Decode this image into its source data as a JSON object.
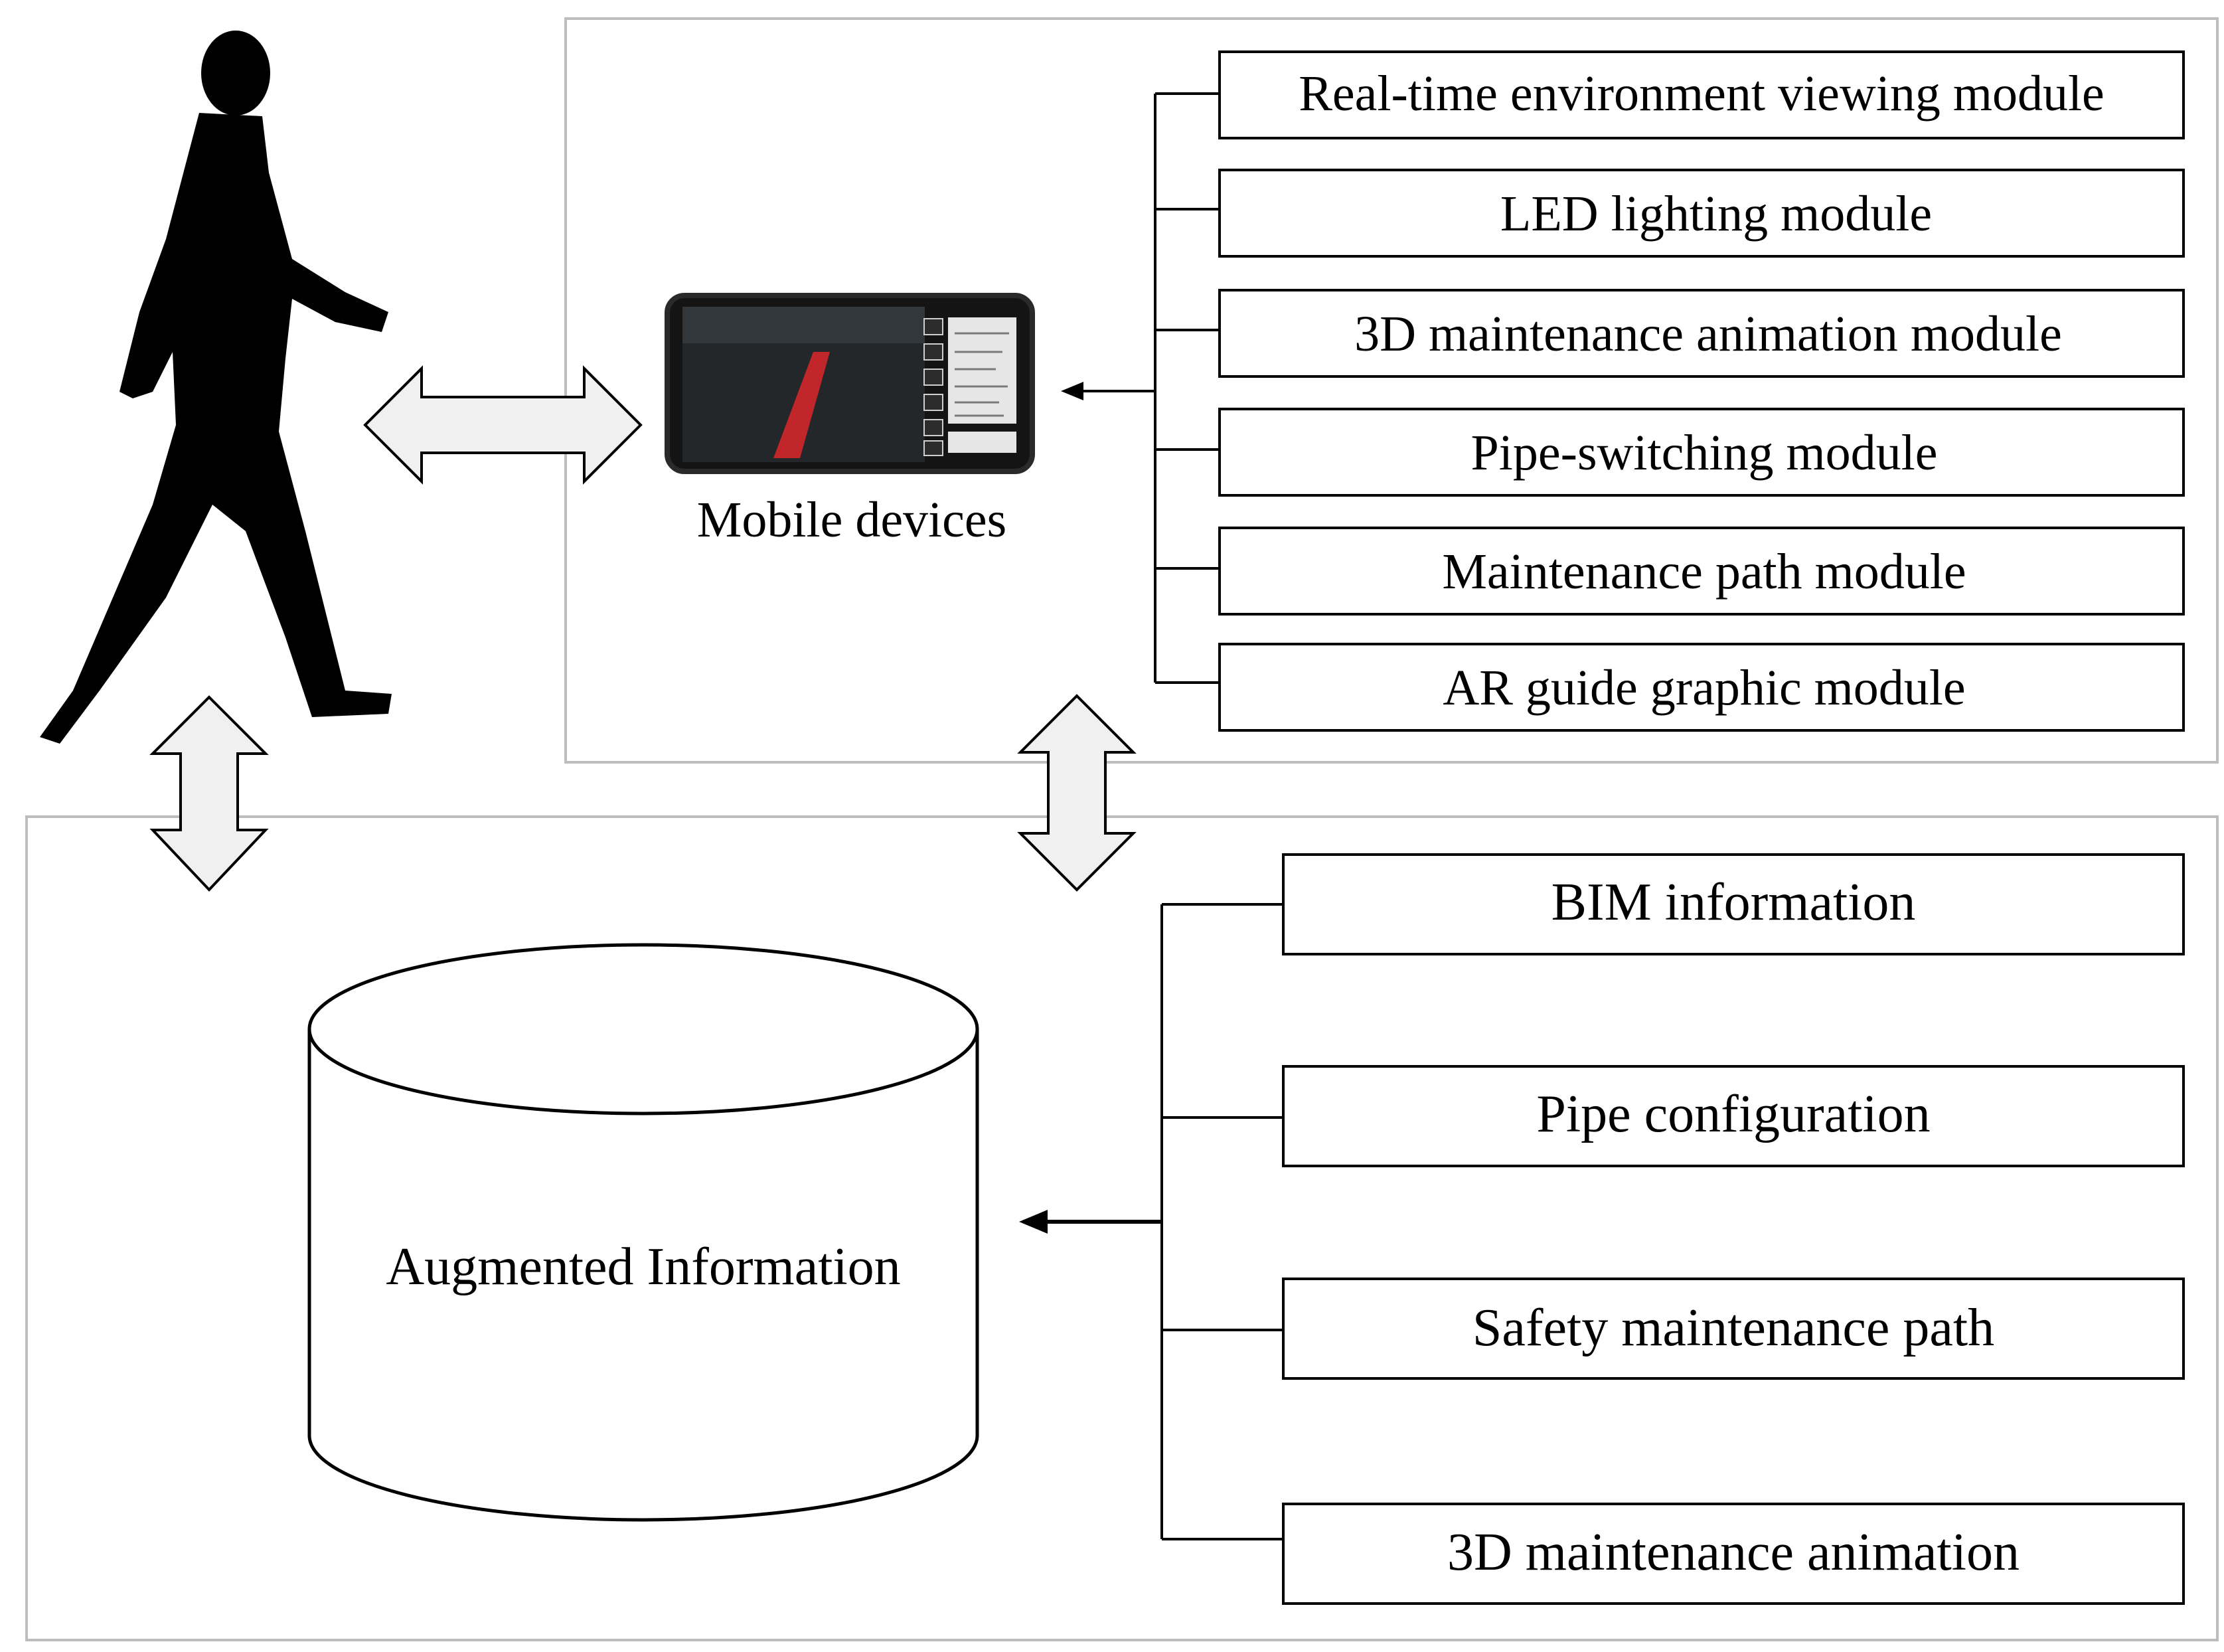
{
  "device": {
    "caption": "Mobile devices",
    "screen_buttons": [
      "",
      "",
      "",
      "",
      "",
      ""
    ]
  },
  "modules": [
    "Real-time environment viewing module",
    "LED lighting module",
    "3D maintenance animation module",
    "Pipe-switching module",
    "Maintenance path module",
    "AR guide graphic module"
  ],
  "database": {
    "label": "Augmented Information"
  },
  "info_items": [
    "BIM information",
    "Pipe configuration",
    "Safety maintenance path",
    "3D maintenance animation"
  ]
}
